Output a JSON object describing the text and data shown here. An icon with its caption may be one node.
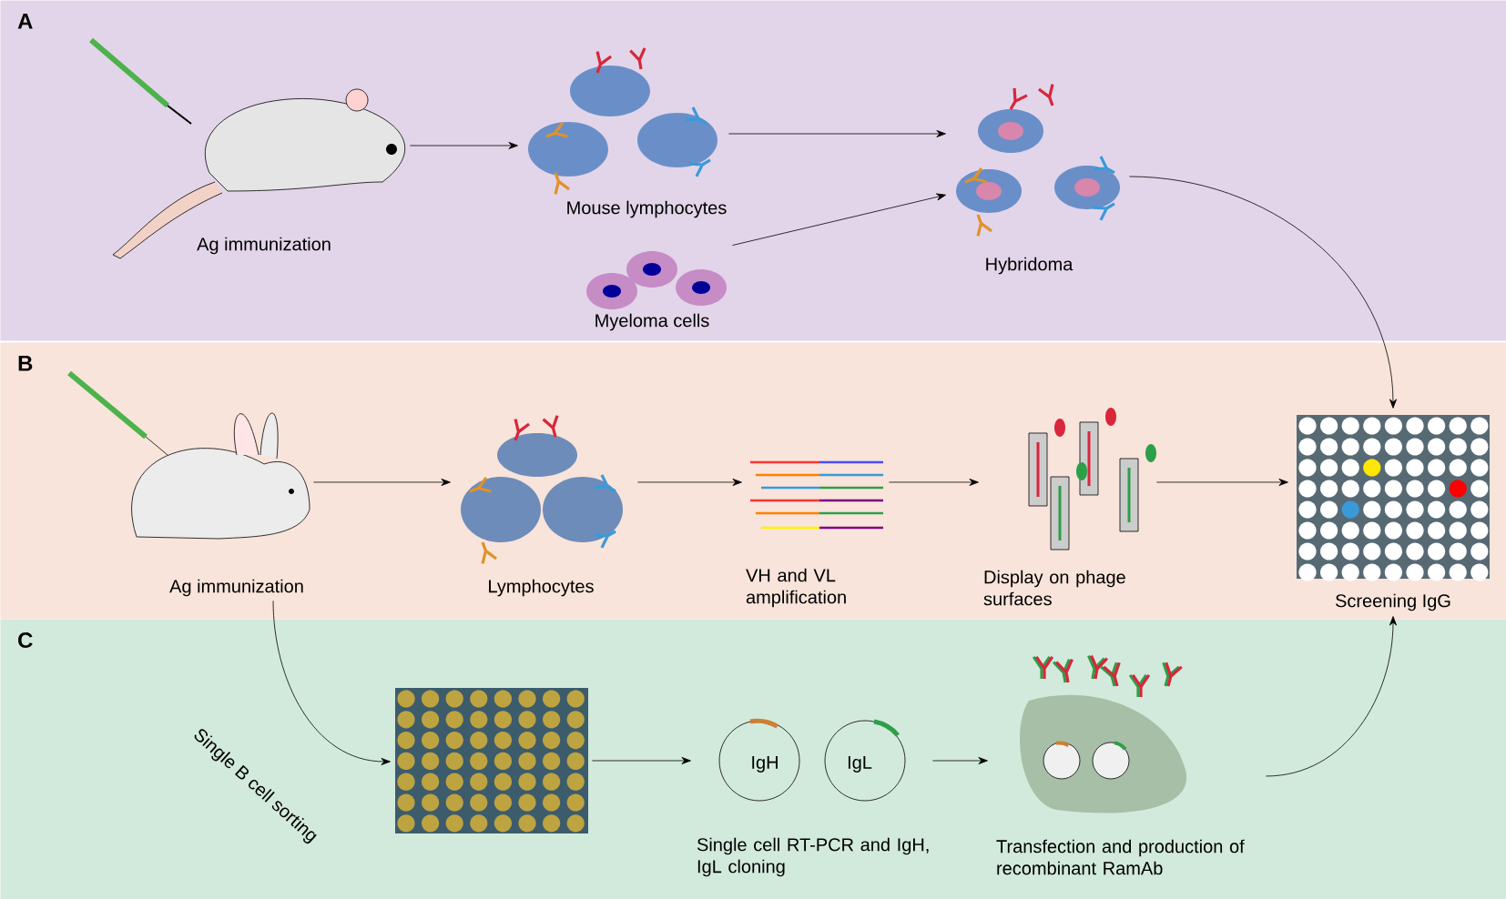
{
  "diagram": {
    "nodes": [
      {
        "text": [
          "A"
        ]
      },
      {
        "text": [
          "Ag immunization"
        ],
        "in": 0
      },
      {
        "text": [
          "Mouse lymphocytes"
        ],
        "in": 0
      },
      {
        "text": [
          "Myeloma cells"
        ],
        "in": 0
      },
      {
        "text": [
          "Hybridoma"
        ],
        "in": 0
      },
      {
        "text": [
          "B"
        ]
      },
      {
        "text": [
          "Ag immunization"
        ],
        "in": 5
      },
      {
        "text": [
          "Lymphocytes"
        ],
        "in": 5
      },
      {
        "text": [
          "VH and VL amplification"
        ],
        "in": 5
      },
      {
        "text": [
          "Display on phage surfaces"
        ],
        "in": 5
      },
      {
        "text": [
          "Screening IgG"
        ],
        "in": 5
      },
      {
        "text": [
          "C"
        ]
      },
      {
        "text": [],
        "shape": "picture",
        "in": 11
      },
      {
        "text": [
          "IgH",
          "IgL",
          "Single cell RT-PCR and IgH, IgL cloning"
        ],
        "in": 11
      },
      {
        "text": [
          "Transfection and production of recombinant RamAb"
        ],
        "in": 11
      }
    ],
    "edges": [
      {
        "from": 1,
        "to": 2,
        "arrow": "to"
      },
      {
        "from": 2,
        "to": 4,
        "arrow": "to"
      },
      {
        "from": 3,
        "to": 4,
        "arrow": "to"
      },
      {
        "from": 4,
        "to": 10,
        "arrow": "to"
      },
      {
        "from": 6,
        "to": 7,
        "arrow": "to"
      },
      {
        "from": 7,
        "to": 8,
        "arrow": "to"
      },
      {
        "from": 8,
        "to": 9,
        "arrow": "to"
      },
      {
        "from": 9,
        "to": 10,
        "arrow": "to"
      },
      {
        "from": 6,
        "to": 12,
        "arrow": "to",
        "label": "Single B cell sorting"
      },
      {
        "from": 12,
        "to": 13,
        "arrow": "to"
      },
      {
        "from": 13,
        "to": 14,
        "arrow": "to"
      },
      {
        "from": 14,
        "to": 10,
        "arrow": "to"
      }
    ]
  }
}
